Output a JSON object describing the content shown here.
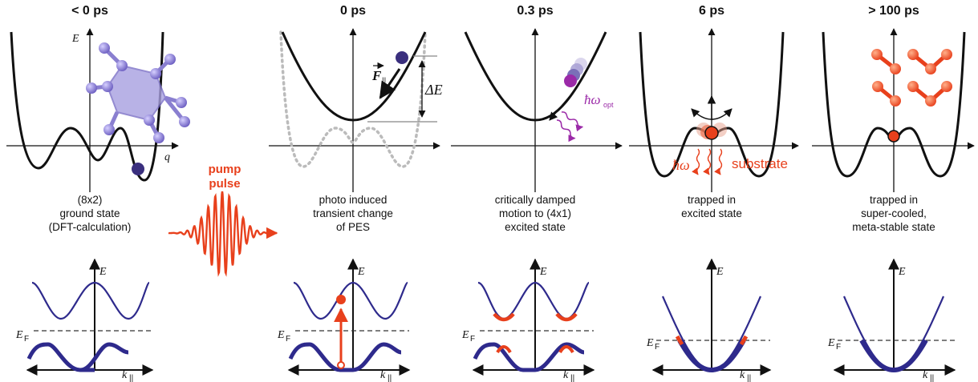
{
  "panels": [
    {
      "title": "< 0 ps",
      "caption": [
        "(8x2)",
        "ground state",
        "(DFT-calculation)"
      ]
    },
    {
      "title": "0 ps",
      "caption": [
        "photo induced",
        "transient change",
        "of PES"
      ]
    },
    {
      "title": "0.3 ps",
      "caption": [
        "critically damped",
        "motion to (4x1)",
        "excited state"
      ]
    },
    {
      "title": "6 ps",
      "caption": [
        "trapped in",
        "excited state"
      ]
    },
    {
      "title": "> 100 ps",
      "caption": [
        "trapped in",
        "super-cooled,",
        "meta-stable state"
      ]
    }
  ],
  "labels": {
    "energy_axis": "E",
    "coord_axis": "q",
    "force": "F",
    "force_sub": "||",
    "delta_e": "ΔE",
    "hw_opt": "ħω",
    "hw_opt_sub": "opt",
    "hw": "ħω",
    "substrate": "substrate",
    "pump_line1": "pump",
    "pump_line2": "pulse",
    "fermi": "E",
    "fermi_sub": "F",
    "k_axis": "k",
    "k_sub": "||"
  },
  "colors": {
    "band": "#2e2a8c",
    "red": "#e8401c",
    "purple": "#9b2aa8",
    "atom": "#8a7fd0",
    "ball": "#3a2f7e",
    "dotted": "#bbbbbb"
  }
}
